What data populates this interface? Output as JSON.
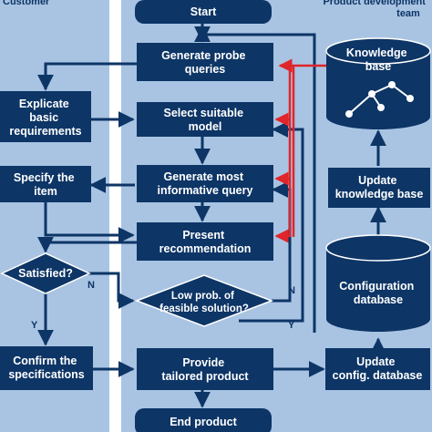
{
  "lanes": {
    "customer": "Customer",
    "product_team": [
      "Product development",
      "team"
    ]
  },
  "nodes": {
    "start": [
      "Start"
    ],
    "generate_probe": [
      "Generate probe",
      "queries"
    ],
    "select_model": [
      "Select suitable",
      "model"
    ],
    "generate_informative": [
      "Generate most",
      "informative query"
    ],
    "present_rec": [
      "Present",
      "recommendation"
    ],
    "low_prob": [
      "Low prob. of",
      "feasible solution?"
    ],
    "provide": [
      "Provide",
      "tailored product"
    ],
    "end": [
      "End product"
    ],
    "explicate": [
      "Explicate",
      "basic",
      "requirements"
    ],
    "specify": [
      "Specify the",
      "item"
    ],
    "satisfied": [
      "Satisfied?"
    ],
    "confirm": [
      "Confirm the",
      "specifications"
    ],
    "knowledge_base": [
      "Knowledge",
      "base"
    ],
    "update_kb": [
      "Update",
      "knowledge base"
    ],
    "config_db": [
      "Configuration",
      "database"
    ],
    "update_config": [
      "Update",
      "config. database"
    ]
  },
  "edge_labels": {
    "satisfied_no": "N",
    "satisfied_yes": "Y",
    "lowprob_no": "N",
    "lowprob_yes": "Y"
  },
  "colors": {
    "lane_bg": "#a9c4e3",
    "node": "#0d3566",
    "arrow": "#0d3566",
    "highlight": "#e0252b"
  }
}
